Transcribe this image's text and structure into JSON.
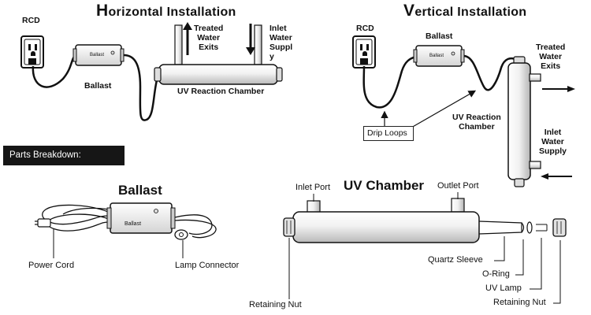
{
  "horizontal": {
    "title_cap": "H",
    "title_rest": "orizontal Installation",
    "rcd": "RCD",
    "ballast": "Ballast",
    "device_label": "Ballast",
    "treated": [
      "Treated",
      "Water",
      "Exits"
    ],
    "inlet": [
      "Inlet",
      "Water",
      "Suppl",
      "y"
    ],
    "chamber": "UV Reaction Chamber"
  },
  "vertical": {
    "title_cap": "V",
    "title_rest": "ertical Installation",
    "rcd": "RCD",
    "ballast": "Ballast",
    "device_label": "Ballast",
    "treated": [
      "Treated",
      "Water",
      "Exits"
    ],
    "inlet": [
      "Inlet",
      "Water",
      "Supply"
    ],
    "chamber": [
      "UV Reaction",
      "Chamber"
    ],
    "drip_loops": "Drip Loops"
  },
  "parts": {
    "banner": "Parts Breakdown:",
    "ballast_title": "Ballast",
    "device_label": "Ballast",
    "power_cord": "Power Cord",
    "lamp_connector": "Lamp Connector",
    "chamber_title": "UV Chamber",
    "inlet_port": "Inlet Port",
    "outlet_port": "Outlet Port",
    "retaining_nut_left": "Retaining Nut",
    "quartz_sleeve": "Quartz Sleeve",
    "o_ring": "O-Ring",
    "uv_lamp": "UV Lamp",
    "retaining_nut_right": "Retaining Nut"
  },
  "colors": {
    "line": "#111111",
    "banner_bg": "#161616",
    "banner_text": "#ffffff",
    "chamber_fill": "#eeeeee",
    "ballast_fill": "#f4f4f4"
  },
  "icons": [
    "power-outlet-icon",
    "arrow-up-icon",
    "arrow-down-icon",
    "arrow-right-icon",
    "arrow-left-icon"
  ]
}
